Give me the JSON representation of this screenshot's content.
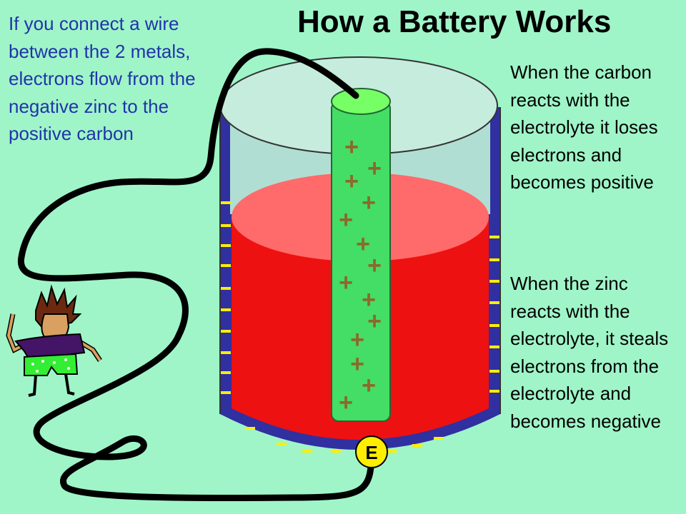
{
  "title": "How a Battery Works",
  "left_text": "If you connect a wire between the 2 metals, electrons flow from the negative zinc to the positive carbon",
  "right_text_1": "When the carbon reacts with the electrolyte it loses electrons and becomes positive",
  "right_text_2": "When the zinc reacts with the electrolyte, it steals electrons from the electrolyte and becomes negative",
  "electron_label": "E",
  "plus_symbol": "+",
  "minus_symbol": "-",
  "colors": {
    "background": "#9ff5c8",
    "zinc_can": "#3030a0",
    "electrolyte": "#ee1111",
    "electrolyte_top": "#ff6a6a",
    "carbon_rod": "#44dd66",
    "carbon_top": "#77ff66",
    "glass": "#c6e8d8",
    "electron": "#ffee00",
    "plus": "#8a6a2a",
    "minus": "#ffee00"
  }
}
